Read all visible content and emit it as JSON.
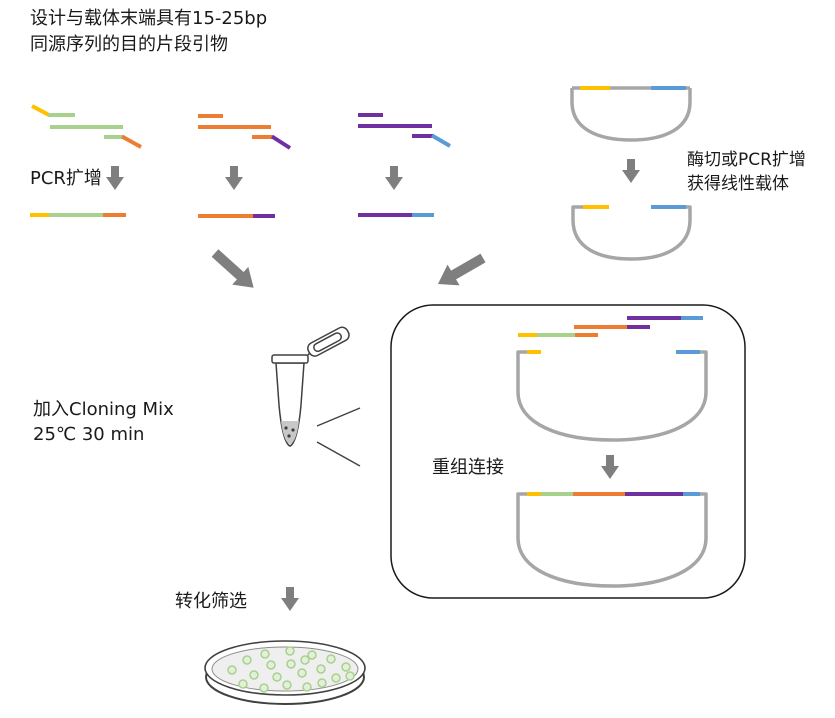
{
  "labels": {
    "primer_design_line1": "设计与载体末端具有15-25bp",
    "primer_design_line2": "同源序列的目的片段引物",
    "pcr_amplify": "PCR扩增",
    "vector_prep_line1": "酶切或PCR扩增",
    "vector_prep_line2": "获得线性载体",
    "cloning_mix_line1": "加入Cloning Mix",
    "cloning_mix_line2": "25℃ 30 min",
    "recombination": "重组连接",
    "transformation": "转化筛选"
  },
  "colors": {
    "vector_left_end": "#ffc000",
    "insert_1": "#a9d18e",
    "insert_2": "#ed7d31",
    "insert_3": "#7030a0",
    "vector_right_end": "#5b9bd5",
    "vector_backbone": "#a6a6a6",
    "arrow": "#7f7f7f",
    "colony_fill": "#e2efda",
    "colony_ring": "#a9d18e"
  }
}
